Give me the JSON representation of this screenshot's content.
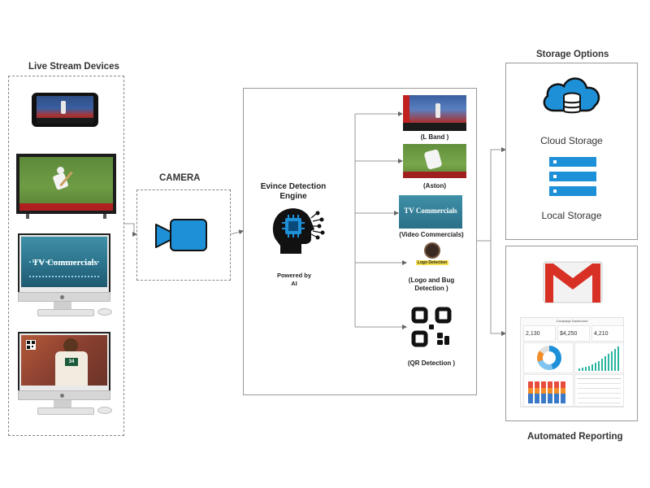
{
  "live_stream": {
    "title": "Live Stream Devices",
    "tv_commercials_text": "TV Commercials"
  },
  "camera": {
    "title": "CAMERA"
  },
  "engine": {
    "title_line1": "Evince Detection",
    "title_line2": "Engine",
    "powered_line1": "Powered by",
    "powered_line2": "AI"
  },
  "outputs": [
    {
      "label": "(L Band )"
    },
    {
      "label": "(Aston)"
    },
    {
      "label": "(Video Commercials)",
      "thumb_text": "TV Commercials"
    },
    {
      "label_line1": "(Logo and Bug",
      "label_line2": "Detection )",
      "thumb_text": "Logo Detection"
    },
    {
      "label": "(QR Detection )"
    }
  ],
  "storage": {
    "title": "Storage Options",
    "cloud": "Cloud Storage",
    "local": "Local Storage"
  },
  "reporting": {
    "title": "Automated Reporting",
    "dashboard_header": "Campaign Dashboard",
    "kpis": [
      "2,130",
      "$4,250",
      "4,210"
    ]
  },
  "colors": {
    "accent_blue": "#1e90d8",
    "gmail_red": "#d93025",
    "line_gray": "#888888"
  }
}
